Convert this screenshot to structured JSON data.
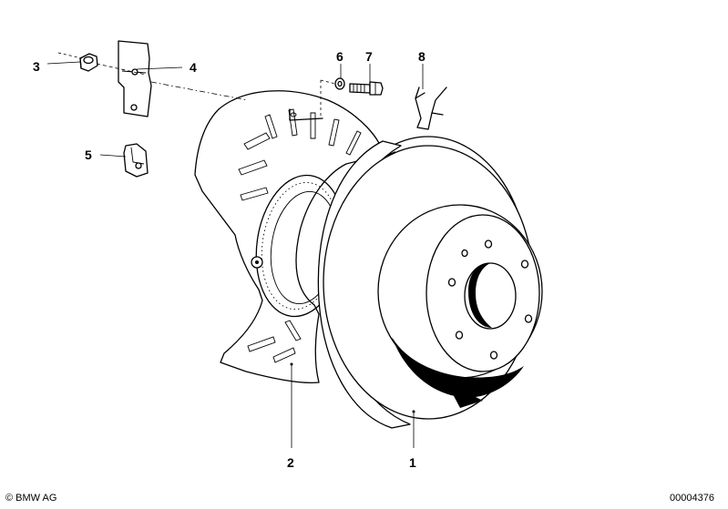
{
  "diagram": {
    "callouts": [
      {
        "id": "1",
        "label": "1"
      },
      {
        "id": "2",
        "label": "2"
      },
      {
        "id": "3",
        "label": "3"
      },
      {
        "id": "4",
        "label": "4"
      },
      {
        "id": "5",
        "label": "5"
      },
      {
        "id": "6",
        "label": "6"
      },
      {
        "id": "7",
        "label": "7"
      },
      {
        "id": "8",
        "label": "8"
      }
    ],
    "copyright": "© BMW AG",
    "image_number": "00004376"
  },
  "colors": {
    "ink": "#000000",
    "paper": "#ffffff"
  }
}
